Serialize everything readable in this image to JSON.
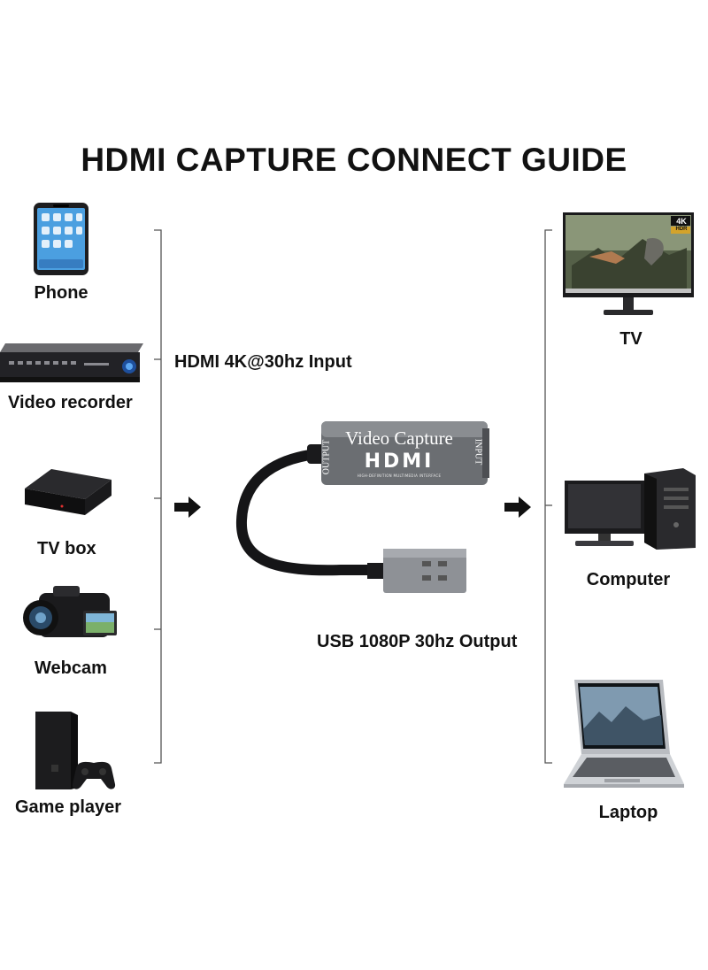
{
  "title": "HDMI CAPTURE CONNECT GUIDE",
  "inputs": {
    "phone": "Phone",
    "video_recorder": "Video recorder",
    "tv_box": "TV box",
    "webcam": "Webcam",
    "game_player": "Game player"
  },
  "outputs": {
    "tv": "TV",
    "computer": "Computer",
    "laptop": "Laptop"
  },
  "connections": {
    "hdmi_input": "HDMI 4K@30hz Input",
    "usb_output": "USB 1080P 30hz Output"
  },
  "device": {
    "brand_text": "Video Capture",
    "logo_text": "HDMI",
    "subtitle": "HIGH-DEFINITION MULTIMEDIA INTERFACE",
    "output_port": "OUTPUT",
    "input_port": "INPUT"
  },
  "tv_badges": {
    "resolution": "4K",
    "hdr": "HDR"
  },
  "colors": {
    "text": "#111111",
    "accent_blue": "#2a7fd6",
    "dongle_gray": "#6b6e72"
  }
}
